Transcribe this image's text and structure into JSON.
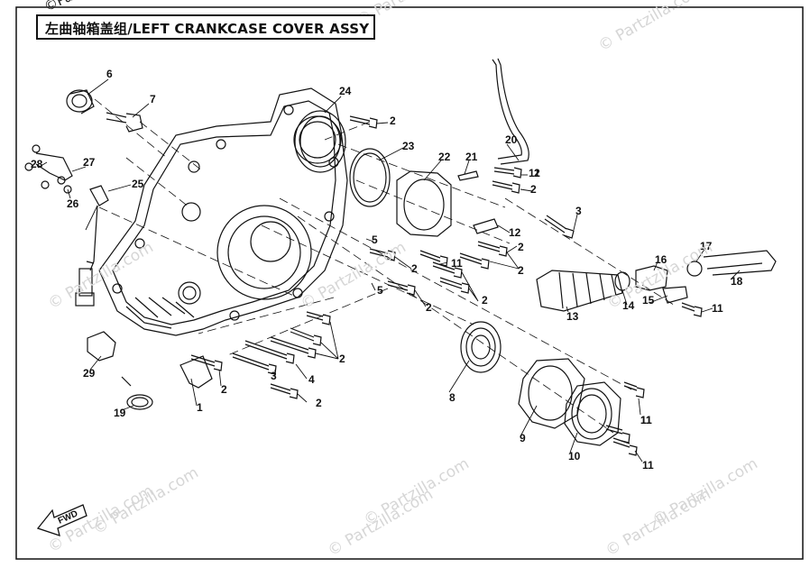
{
  "title": "左曲轴箱盖组/LEFT CRANKCASE COVER ASSY",
  "logo_text": "©Partzilla",
  "watermark_text": "© Partzilla.com",
  "fwd_label": "FWD",
  "callouts": [
    "1",
    "2",
    "2",
    "2",
    "2",
    "2",
    "2",
    "2",
    "2",
    "2",
    "2",
    "2",
    "3",
    "3",
    "4",
    "5",
    "5",
    "6",
    "7",
    "8",
    "9",
    "10",
    "11",
    "11",
    "11",
    "11",
    "11",
    "11",
    "12",
    "13",
    "14",
    "15",
    "16",
    "17",
    "18",
    "19",
    "20",
    "21",
    "22",
    "23",
    "24",
    "25",
    "26",
    "27",
    "28",
    "29"
  ],
  "colors": {
    "line": "#111111",
    "watermark": "#d6d6d6"
  }
}
